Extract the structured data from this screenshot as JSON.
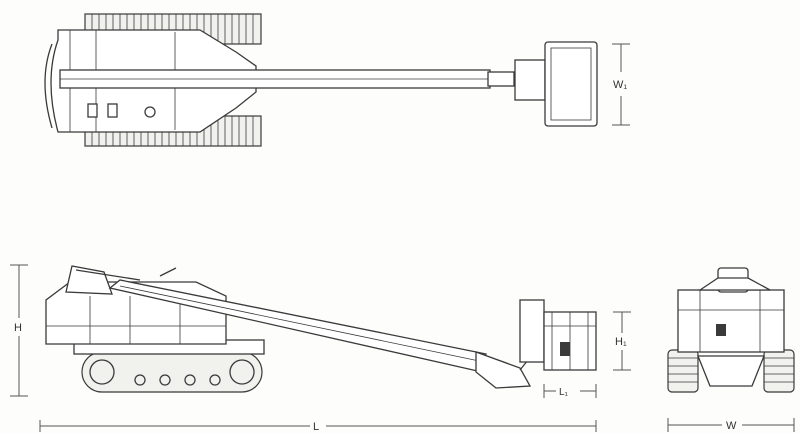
{
  "dimensions": {
    "w1": "W₁",
    "h": "H",
    "h1": "H₁",
    "l1": "L₁",
    "l": "L",
    "w": "W"
  },
  "icons": {
    "top": "top-view-machine",
    "side": "side-view-machine",
    "front": "front-view-machine"
  }
}
